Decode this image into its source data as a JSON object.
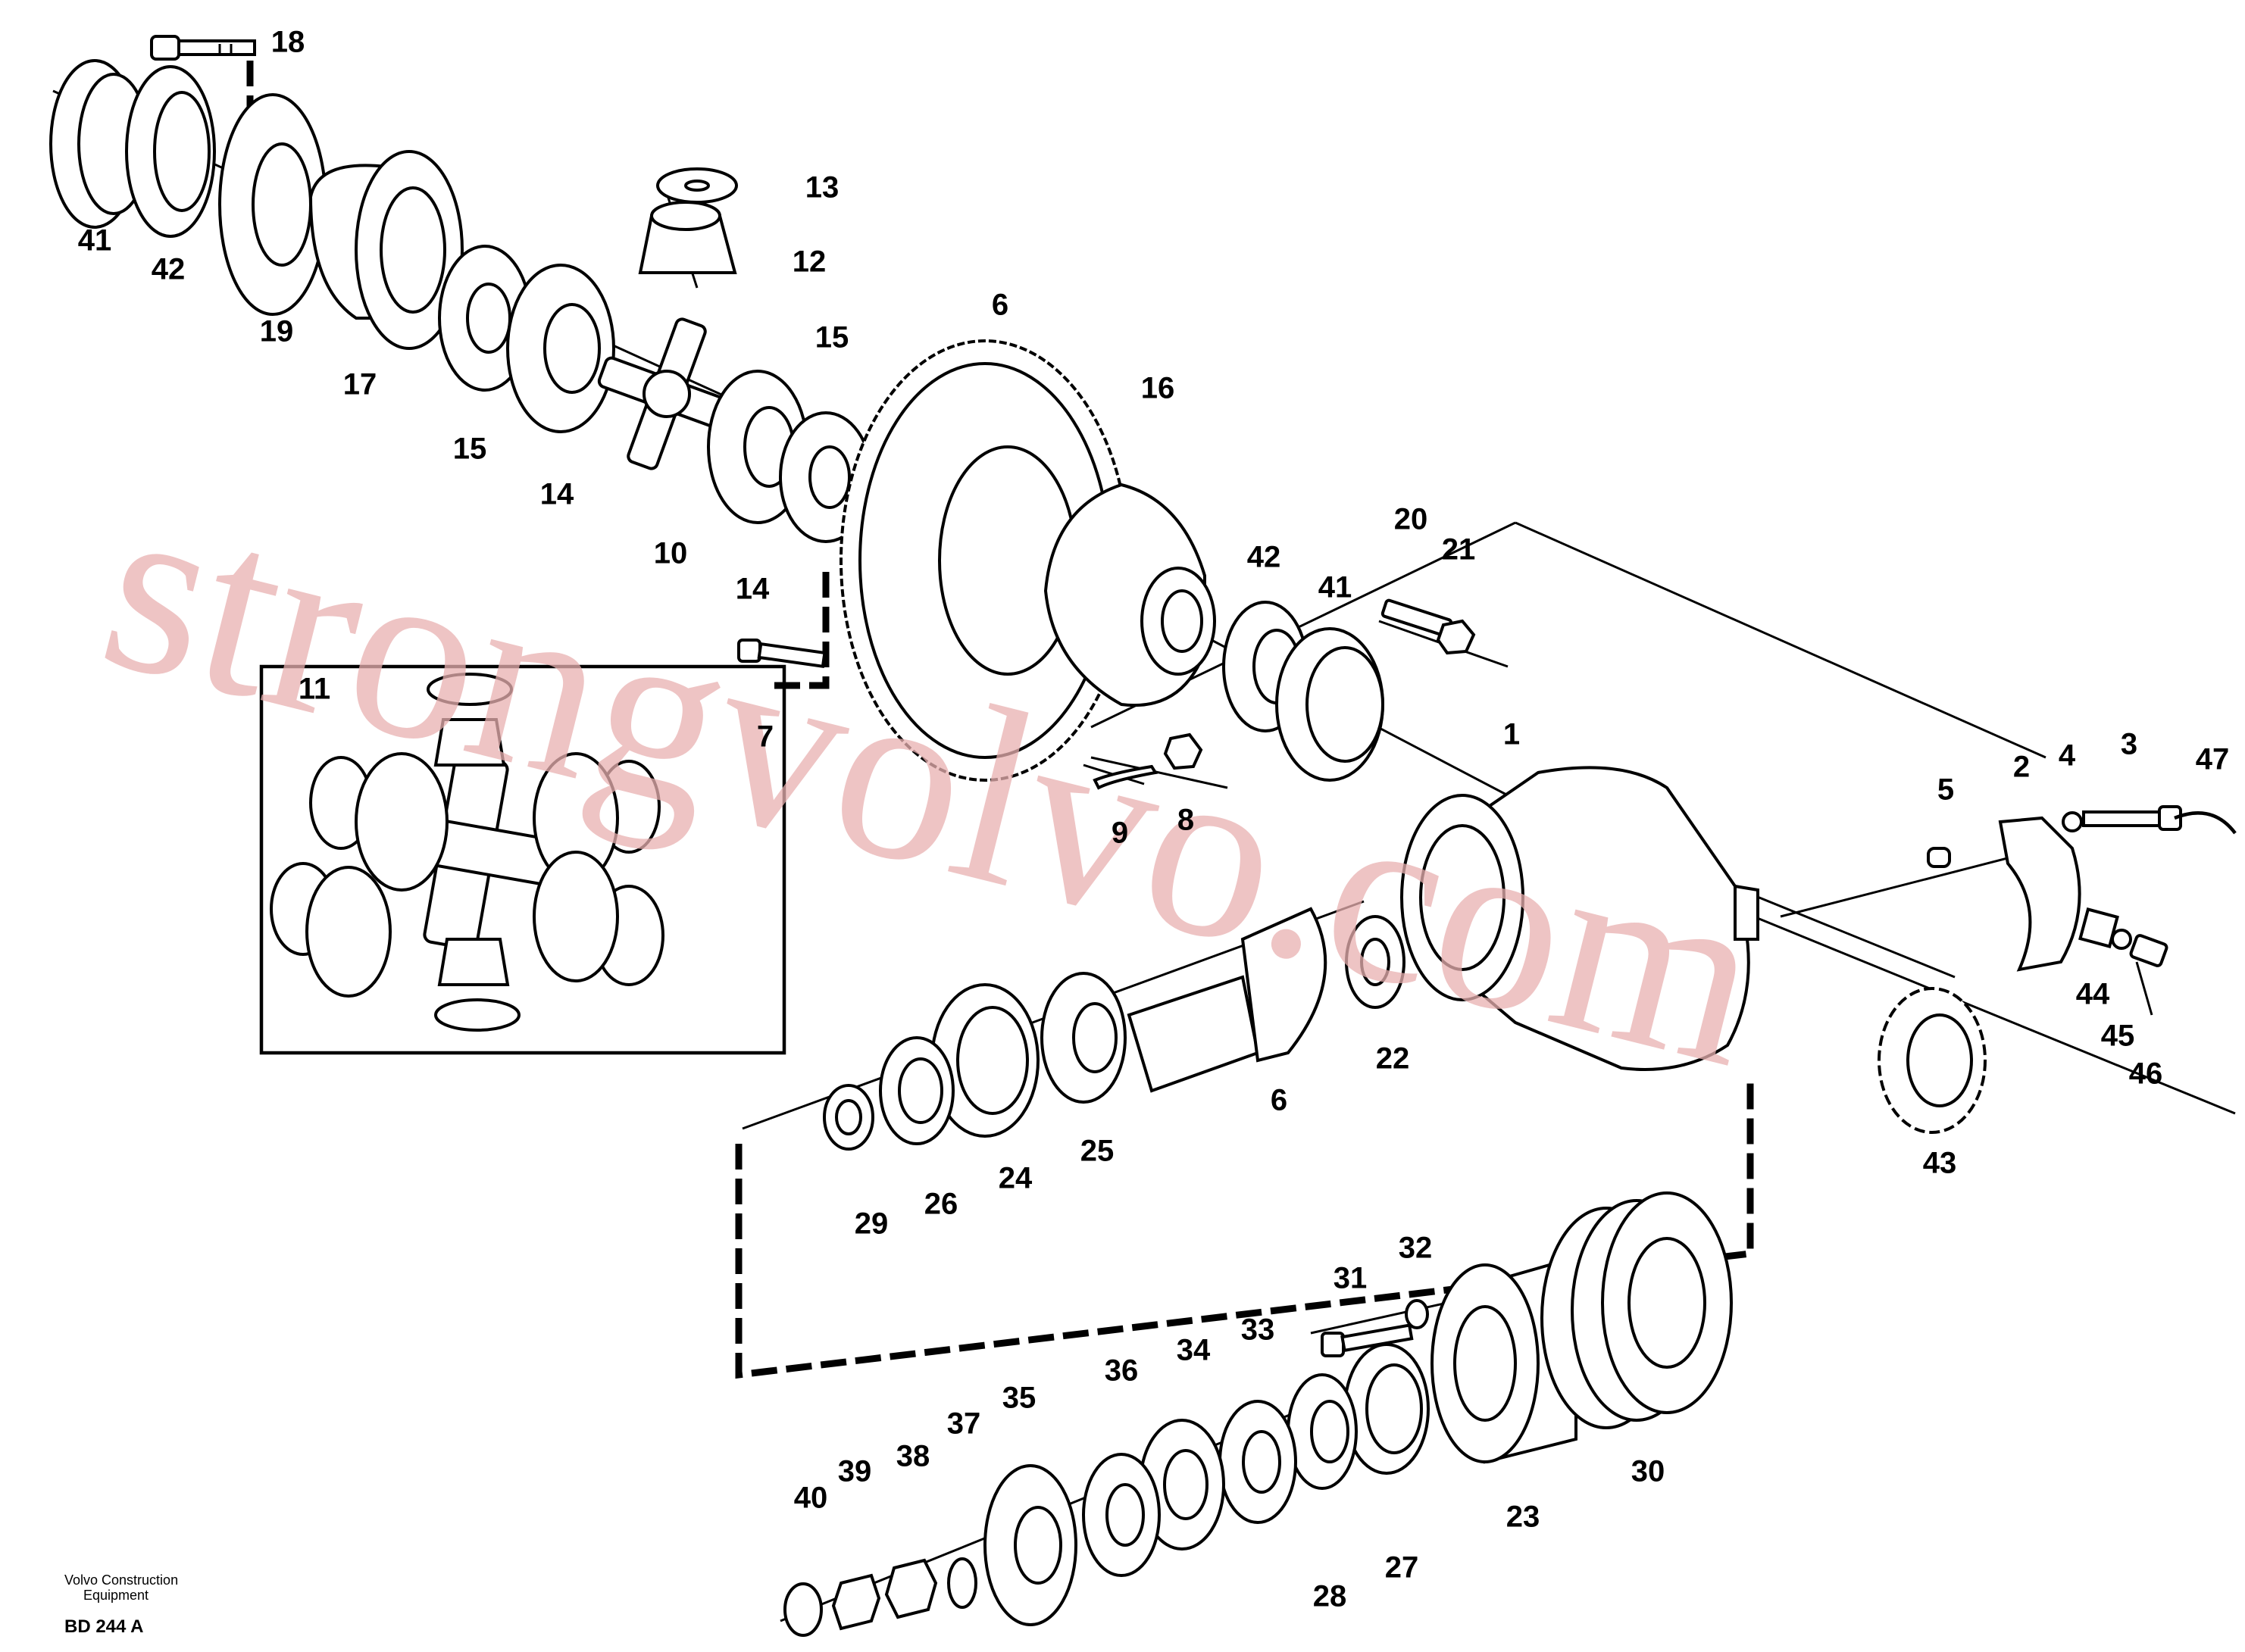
{
  "diagram": {
    "watermark": "strongvolvo.com",
    "footer": {
      "brand_line1": "Volvo Construction",
      "brand_line2": "Equipment",
      "code": "BD 244 A"
    },
    "inset_label": "11",
    "labels": [
      {
        "id": "l18",
        "text": "18"
      },
      {
        "id": "l41a",
        "text": "41"
      },
      {
        "id": "l42a",
        "text": "42"
      },
      {
        "id": "l19",
        "text": "19"
      },
      {
        "id": "l17",
        "text": "17"
      },
      {
        "id": "l15a",
        "text": "15"
      },
      {
        "id": "l14a",
        "text": "14"
      },
      {
        "id": "l10",
        "text": "10"
      },
      {
        "id": "l13",
        "text": "13"
      },
      {
        "id": "l12",
        "text": "12"
      },
      {
        "id": "l14b",
        "text": "14"
      },
      {
        "id": "l15b",
        "text": "15"
      },
      {
        "id": "l6a",
        "text": "6"
      },
      {
        "id": "l16",
        "text": "16"
      },
      {
        "id": "l42b",
        "text": "42"
      },
      {
        "id": "l41b",
        "text": "41"
      },
      {
        "id": "l20",
        "text": "20"
      },
      {
        "id": "l21",
        "text": "21"
      },
      {
        "id": "l7",
        "text": "7"
      },
      {
        "id": "l9",
        "text": "9"
      },
      {
        "id": "l8",
        "text": "8"
      },
      {
        "id": "l1",
        "text": "1"
      },
      {
        "id": "l5",
        "text": "5"
      },
      {
        "id": "l2",
        "text": "2"
      },
      {
        "id": "l4",
        "text": "4"
      },
      {
        "id": "l3",
        "text": "3"
      },
      {
        "id": "l47",
        "text": "47"
      },
      {
        "id": "l44",
        "text": "44"
      },
      {
        "id": "l45",
        "text": "45"
      },
      {
        "id": "l46",
        "text": "46"
      },
      {
        "id": "l43",
        "text": "43"
      },
      {
        "id": "l22",
        "text": "22"
      },
      {
        "id": "l6b",
        "text": "6"
      },
      {
        "id": "l25",
        "text": "25"
      },
      {
        "id": "l24",
        "text": "24"
      },
      {
        "id": "l26",
        "text": "26"
      },
      {
        "id": "l29",
        "text": "29"
      },
      {
        "id": "l31",
        "text": "31"
      },
      {
        "id": "l32",
        "text": "32"
      },
      {
        "id": "l33",
        "text": "33"
      },
      {
        "id": "l34",
        "text": "34"
      },
      {
        "id": "l36",
        "text": "36"
      },
      {
        "id": "l35",
        "text": "35"
      },
      {
        "id": "l37",
        "text": "37"
      },
      {
        "id": "l38",
        "text": "38"
      },
      {
        "id": "l39",
        "text": "39"
      },
      {
        "id": "l40",
        "text": "40"
      },
      {
        "id": "l28",
        "text": "28"
      },
      {
        "id": "l27",
        "text": "27"
      },
      {
        "id": "l23",
        "text": "23"
      },
      {
        "id": "l30",
        "text": "30"
      }
    ]
  }
}
